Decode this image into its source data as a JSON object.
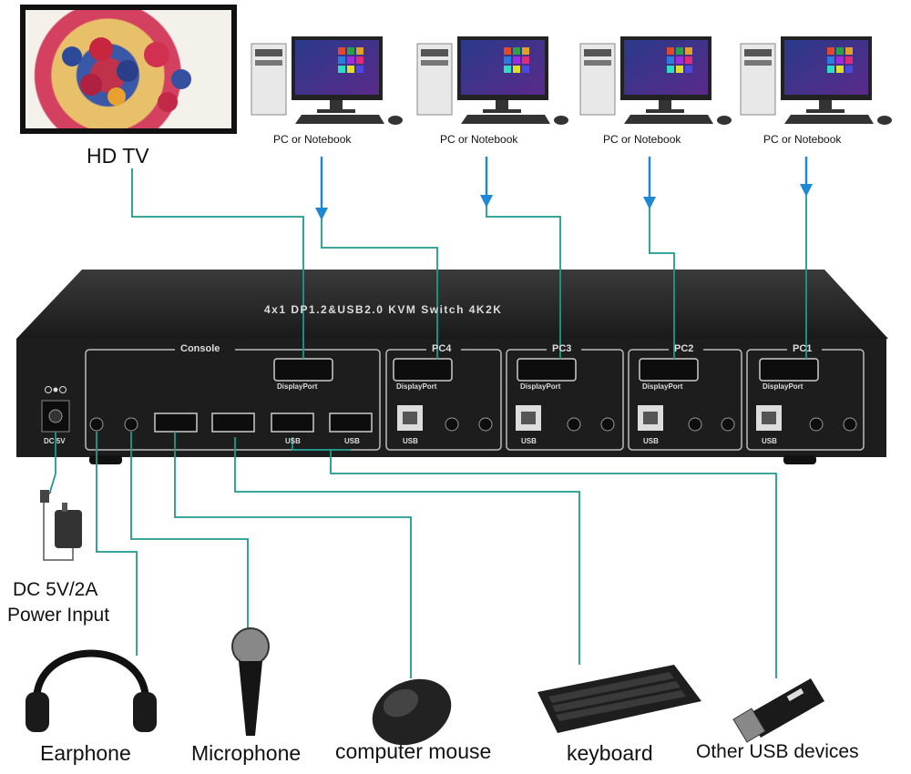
{
  "tv": {
    "label": "HD TV"
  },
  "pcs": [
    {
      "label": "PC or Notebook"
    },
    {
      "label": "PC or Notebook"
    },
    {
      "label": "PC or Notebook"
    },
    {
      "label": "PC or Notebook"
    }
  ],
  "device": {
    "title": "4x1 DP1.2&USB2.0 KVM Switch 4K2K",
    "console_label": "Console",
    "port_groups": [
      "PC4",
      "PC3",
      "PC2",
      "PC1"
    ],
    "displayport_label": "DisplayPort",
    "usb_label": "USB",
    "dc_label": "DC 5V"
  },
  "power": {
    "line1": "DC 5V/2A",
    "line2": "Power Input"
  },
  "peripherals": {
    "earphone": "Earphone",
    "microphone": "Microphone",
    "mouse": "computer mouse",
    "keyboard": "keyboard",
    "usb": "Other USB devices"
  },
  "colors": {
    "wire": "#1a9b8c",
    "arrow": "#1e88d4",
    "device": "#1d1d1d"
  }
}
